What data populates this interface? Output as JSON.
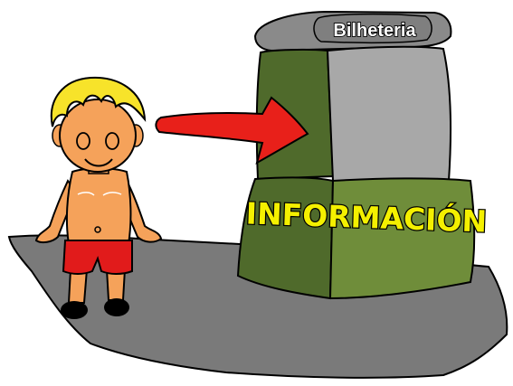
{
  "kiosk": {
    "sign_label": "Bilheteria",
    "main_label": "INFORMACIÓN"
  },
  "colors": {
    "ground": "#7a7a7a",
    "booth_dark_green": "#4f6a2b",
    "booth_light_green": "#6f8d3a",
    "booth_grey": "#a8a8a8",
    "roof_grey": "#8a8a8a",
    "arrow_red": "#e8201a",
    "skin": "#f5a25a",
    "hair": "#f7e32a",
    "shorts": "#e11b1b",
    "info_text": "#f4f000"
  },
  "icons": {
    "arrow": "arrow-right-icon",
    "child": "child-figure",
    "booth": "ticket-booth"
  }
}
